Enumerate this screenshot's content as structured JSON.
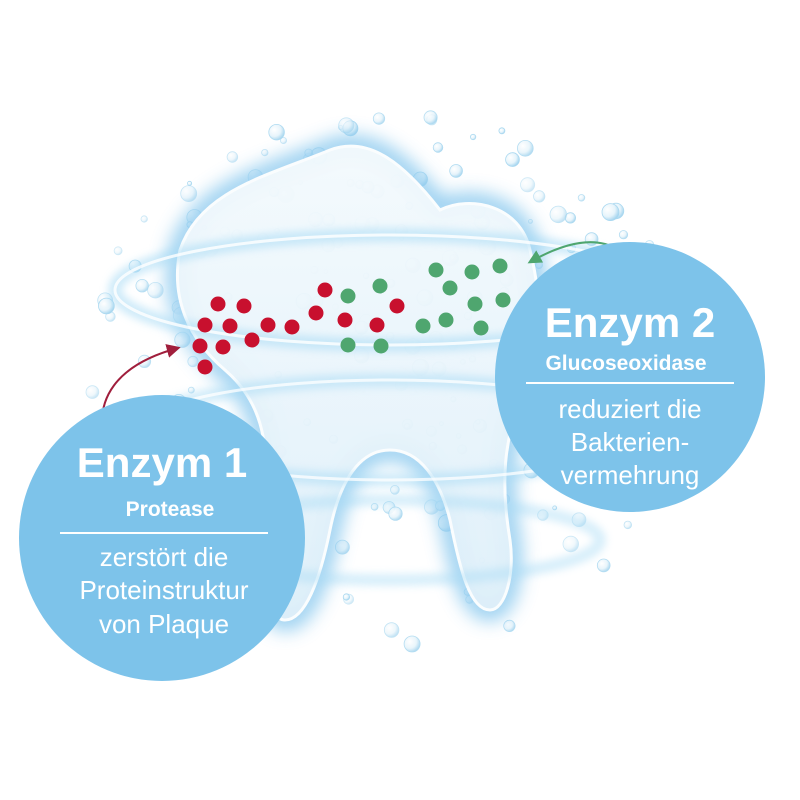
{
  "colors": {
    "circle": "#7dc3ea",
    "text": "#ffffff",
    "red_dot": "#c8102e",
    "green_dot": "#4fa66f",
    "red_arrow": "#a01e3c",
    "green_arrow": "#4fa66f",
    "bubble": "#a9d8f0",
    "tooth_glow": "#bfe3f7"
  },
  "enzyme1": {
    "title": "Enzym 1",
    "subtitle": "Protease",
    "description_lines": [
      "zerstört die",
      "Proteinstruktur",
      "von Plaque"
    ]
  },
  "enzyme2": {
    "title": "Enzym 2",
    "subtitle": "Glucoseoxidase",
    "description_lines": [
      "reduziert die",
      "Bakterien-",
      "vermehrung"
    ]
  },
  "icons": {
    "tooth": "tooth-icon",
    "arrow1": "curved-arrow-icon",
    "arrow2": "curved-arrow-icon"
  }
}
